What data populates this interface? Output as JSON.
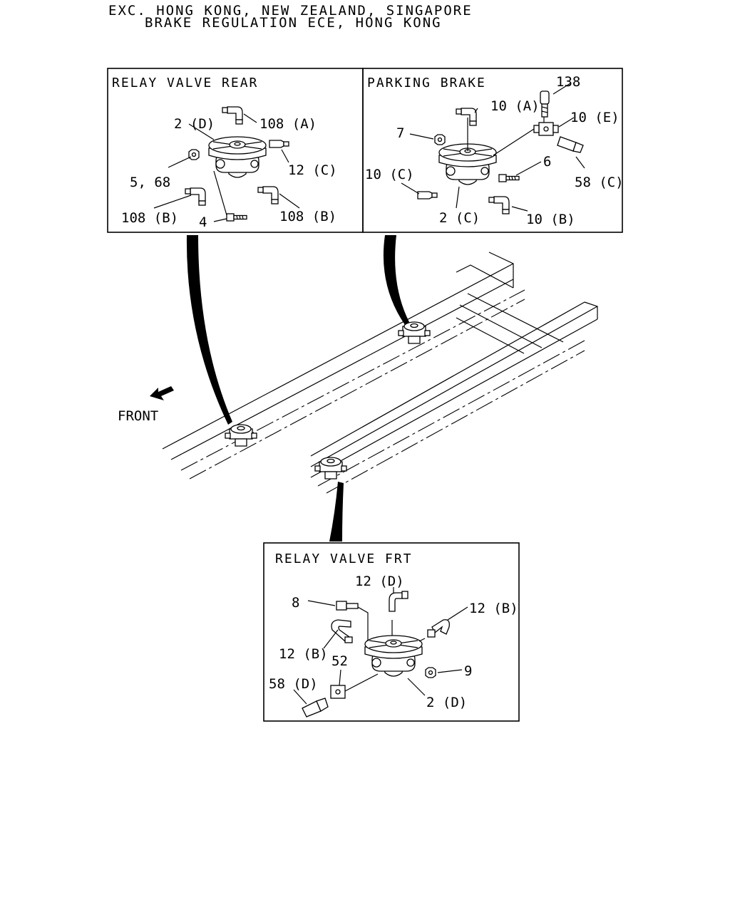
{
  "header": {
    "line1": "EXC. HONG KONG, NEW ZEALAND, SINGAPORE",
    "line2": "BRAKE REGULATION ECE, HONG KONG"
  },
  "panels": {
    "relay_rear": {
      "title": "RELAY VALVE REAR",
      "labels": [
        "2 (D)",
        "108 (A)",
        "12 (C)",
        "5, 68",
        "108 (B)",
        "108 (B)",
        "4"
      ]
    },
    "parking_brake": {
      "title": "PARKING BRAKE",
      "labels": [
        "138",
        "10 (A)",
        "10 (E)",
        "7",
        "6",
        "58 (C)",
        "10 (C)",
        "2 (C)",
        "10 (B)"
      ]
    },
    "relay_front": {
      "title": "RELAY VALVE FRT",
      "labels": [
        "12 (D)",
        "8",
        "12 (B)",
        "12 (B)",
        "52",
        "9",
        "58 (D)",
        "2 (D)"
      ]
    }
  },
  "front_label": "FRONT"
}
